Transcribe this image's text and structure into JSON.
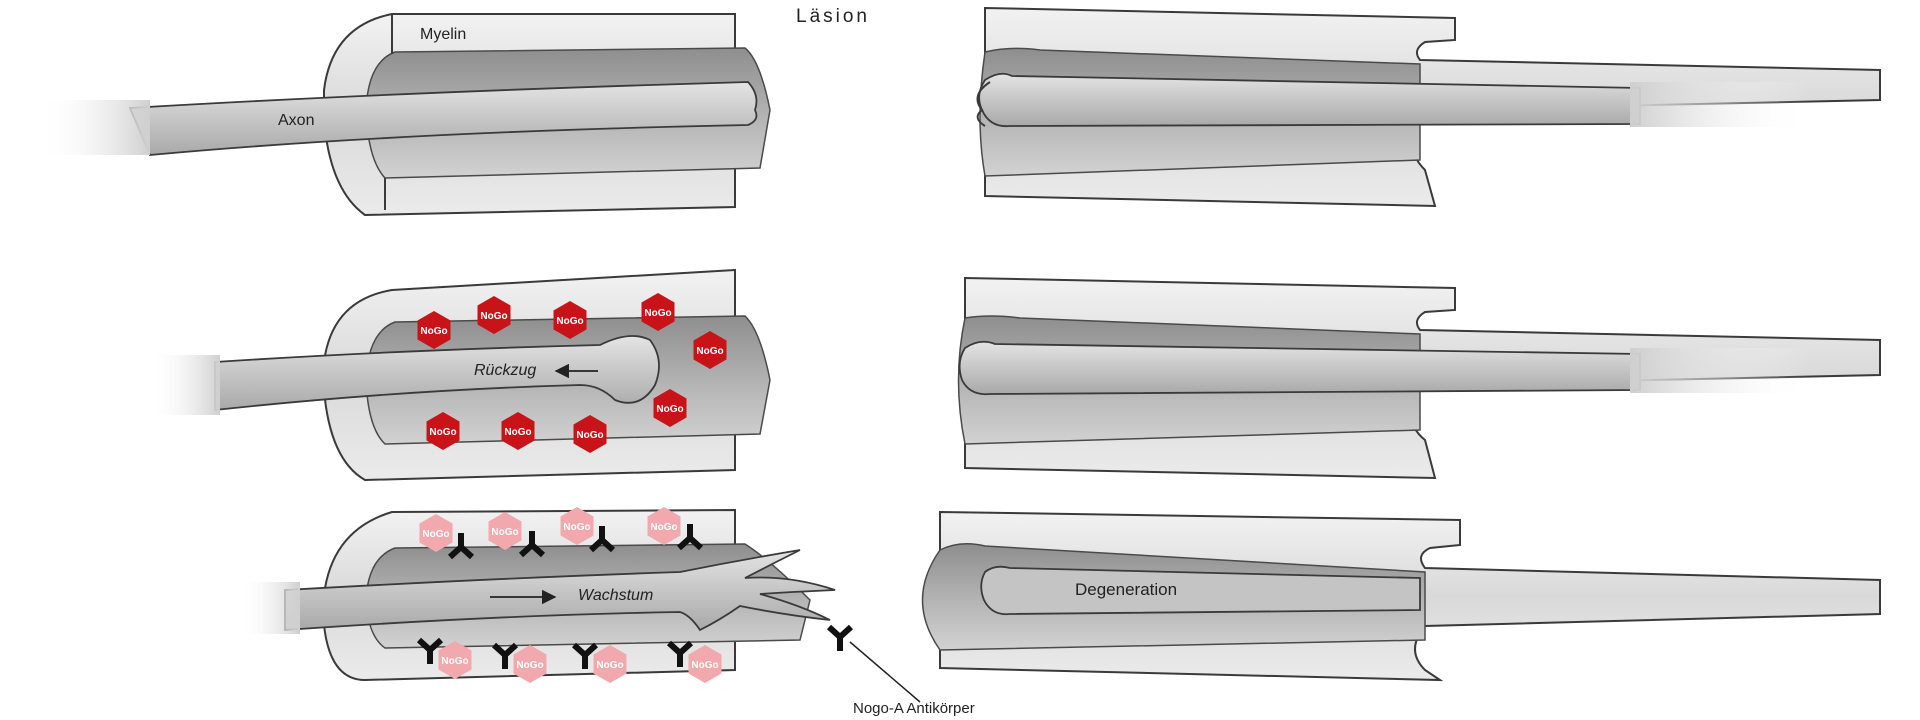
{
  "labels": {
    "lesion": "Läsion",
    "myelin": "Myelin",
    "axon": "Axon",
    "retraction": "Rückzug",
    "growth": "Wachstum",
    "degeneration": "Degeneration",
    "antibody": "Nogo-A Antikörper"
  },
  "nogo": {
    "text": "NoGo"
  },
  "colors": {
    "nogo_red": "#c81319",
    "nogo_faded": "#f1a9ad",
    "antibody": "#111111",
    "sheath_light": "#ececec",
    "sheath_dark": "#9a9a9a",
    "axon_fill": "#c8c8c8",
    "outline": "#3a3a3a"
  }
}
